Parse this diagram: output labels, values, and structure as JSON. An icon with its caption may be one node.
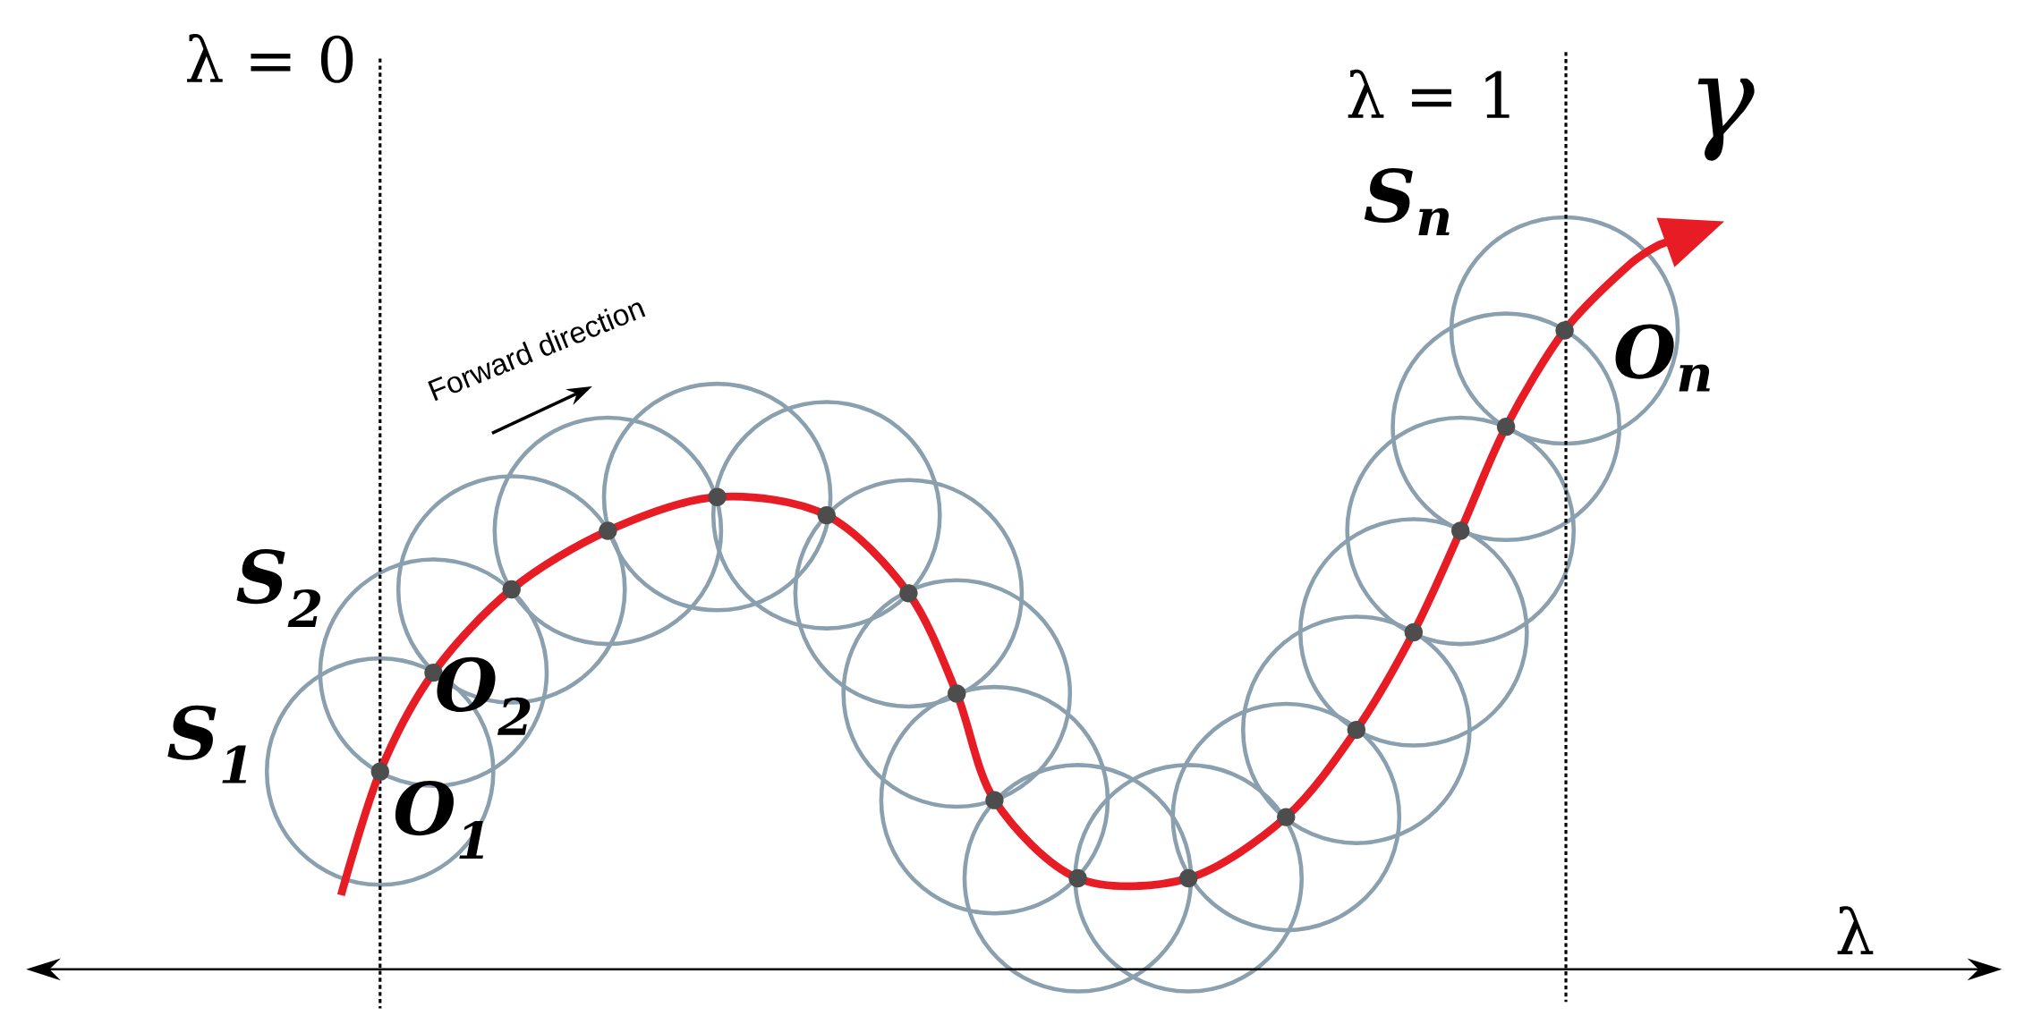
{
  "diagram": {
    "labels": [
      "λ = 0",
      "λ = 1",
      "γ",
      "S$_{n}$",
      "Forward direction",
      "O$_{n}$",
      "S$_{2}$",
      "O$_{2}$",
      "S$_{1}$",
      "O$_{1}$",
      "λ"
    ]
  }
}
